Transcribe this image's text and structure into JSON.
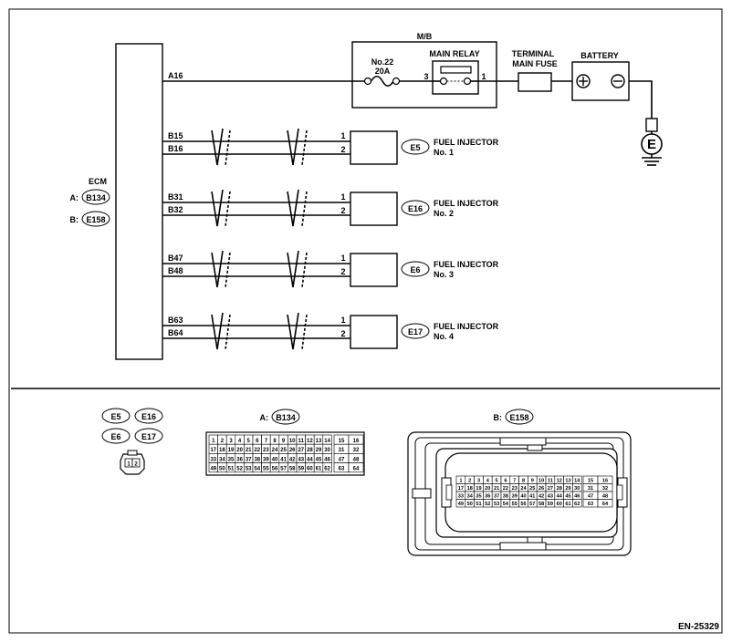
{
  "diagram": {
    "ecm": {
      "label": "ECM",
      "connectors": [
        {
          "prefix": "A:",
          "code": "B134"
        },
        {
          "prefix": "B:",
          "code": "E158"
        }
      ]
    },
    "power": {
      "pin": "A16",
      "mb_label": "M/B",
      "fuse_label": "No.22",
      "fuse_rating": "20A",
      "relay_label": "MAIN RELAY",
      "relay_pin_in": "3",
      "relay_pin_out": "1",
      "main_fuse_label_1": "TERMINAL",
      "main_fuse_label_2": "MAIN FUSE",
      "battery_label": "BATTERY",
      "ground_label": "E"
    },
    "injectors": [
      {
        "pin_a": "B15",
        "pin_b": "B16",
        "term_a": "1",
        "term_b": "2",
        "connector": "E5",
        "name": "FUEL INJECTOR",
        "number": "No. 1"
      },
      {
        "pin_a": "B31",
        "pin_b": "B32",
        "term_a": "1",
        "term_b": "2",
        "connector": "E16",
        "name": "FUEL INJECTOR",
        "number": "No. 2"
      },
      {
        "pin_a": "B47",
        "pin_b": "B48",
        "term_a": "1",
        "term_b": "2",
        "connector": "E6",
        "name": "FUEL INJECTOR",
        "number": "No. 3"
      },
      {
        "pin_a": "B63",
        "pin_b": "B64",
        "term_a": "1",
        "term_b": "2",
        "connector": "E17",
        "name": "FUEL INJECTOR",
        "number": "No. 4"
      }
    ],
    "legend": {
      "injector_connectors": [
        "E5",
        "E16",
        "E6",
        "E17"
      ],
      "injector_pins": [
        "1",
        "2"
      ],
      "connector_a": {
        "prefix": "A:",
        "code": "B134"
      },
      "connector_b": {
        "prefix": "B:",
        "code": "E158"
      },
      "grid_main": [
        [
          "1",
          "2",
          "3",
          "4",
          "5",
          "6",
          "7",
          "8",
          "9",
          "10",
          "11",
          "12",
          "13",
          "14"
        ],
        [
          "17",
          "18",
          "19",
          "20",
          "21",
          "22",
          "23",
          "24",
          "25",
          "26",
          "27",
          "28",
          "29",
          "30"
        ],
        [
          "33",
          "34",
          "35",
          "36",
          "37",
          "38",
          "39",
          "40",
          "41",
          "42",
          "43",
          "44",
          "45",
          "46"
        ],
        [
          "49",
          "50",
          "51",
          "52",
          "53",
          "54",
          "55",
          "56",
          "57",
          "58",
          "59",
          "60",
          "61",
          "62"
        ]
      ],
      "grid_side": [
        [
          "15",
          "16"
        ],
        [
          "31",
          "32"
        ],
        [
          "47",
          "48"
        ],
        [
          "63",
          "64"
        ]
      ]
    },
    "figure_id": "EN-25329"
  }
}
